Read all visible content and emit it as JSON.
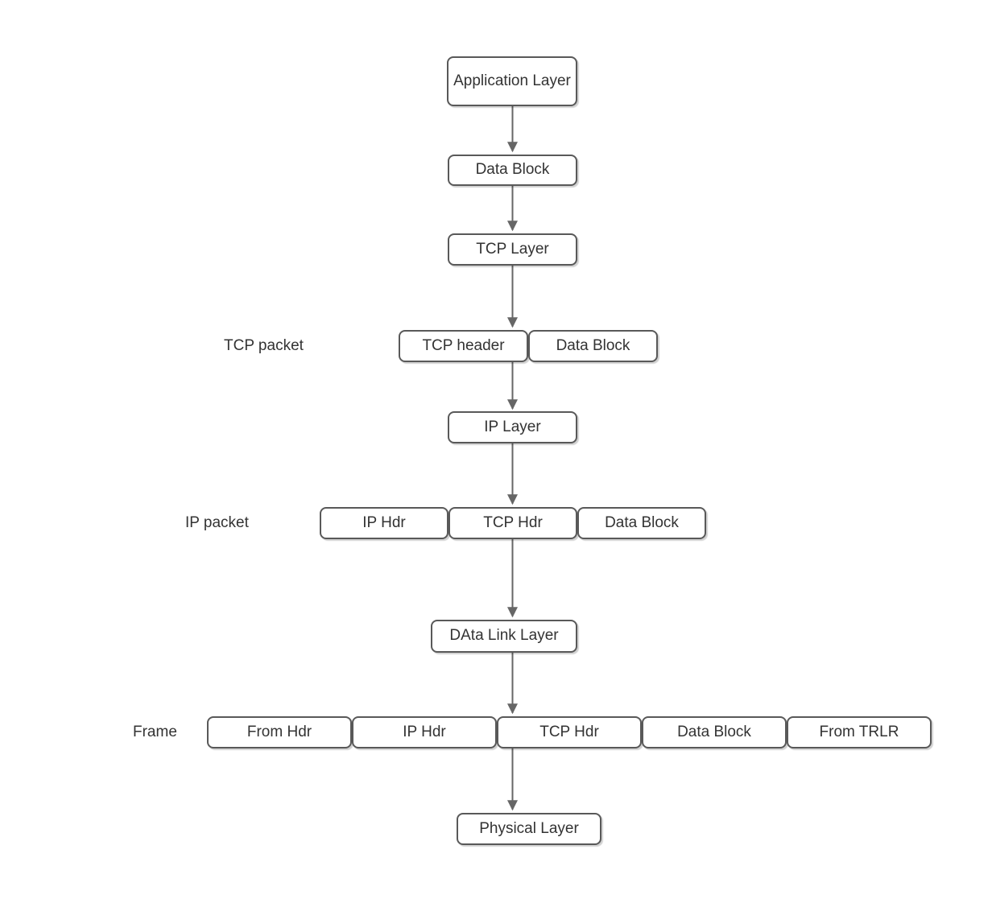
{
  "diagram": {
    "description": "TCP/IP encapsulation flow diagram",
    "colors": {
      "background": "#ffffff",
      "node_fill": "#ffffff",
      "node_border": "#595959",
      "text": "#333333",
      "arrow": "#666666"
    },
    "nodes": {
      "application_layer": "Application Layer",
      "data_block_1": "Data Block",
      "tcp_layer": "TCP Layer",
      "tcp_header": "TCP header",
      "tcp_data_block": "Data Block",
      "ip_layer": "IP Layer",
      "ip_hdr": "IP Hdr",
      "ip_tcp_hdr": "TCP Hdr",
      "ip_data_block": "Data Block",
      "data_link_layer": "DAta Link Layer",
      "frame_from_hdr": "From Hdr",
      "frame_ip_hdr": "IP Hdr",
      "frame_tcp_hdr": "TCP Hdr",
      "frame_data_block": "Data Block",
      "frame_from_trlr": "From TRLR",
      "physical_layer": "Physical Layer"
    },
    "row_labels": {
      "tcp_packet": "TCP packet",
      "ip_packet": "IP packet",
      "frame": "Frame"
    }
  }
}
